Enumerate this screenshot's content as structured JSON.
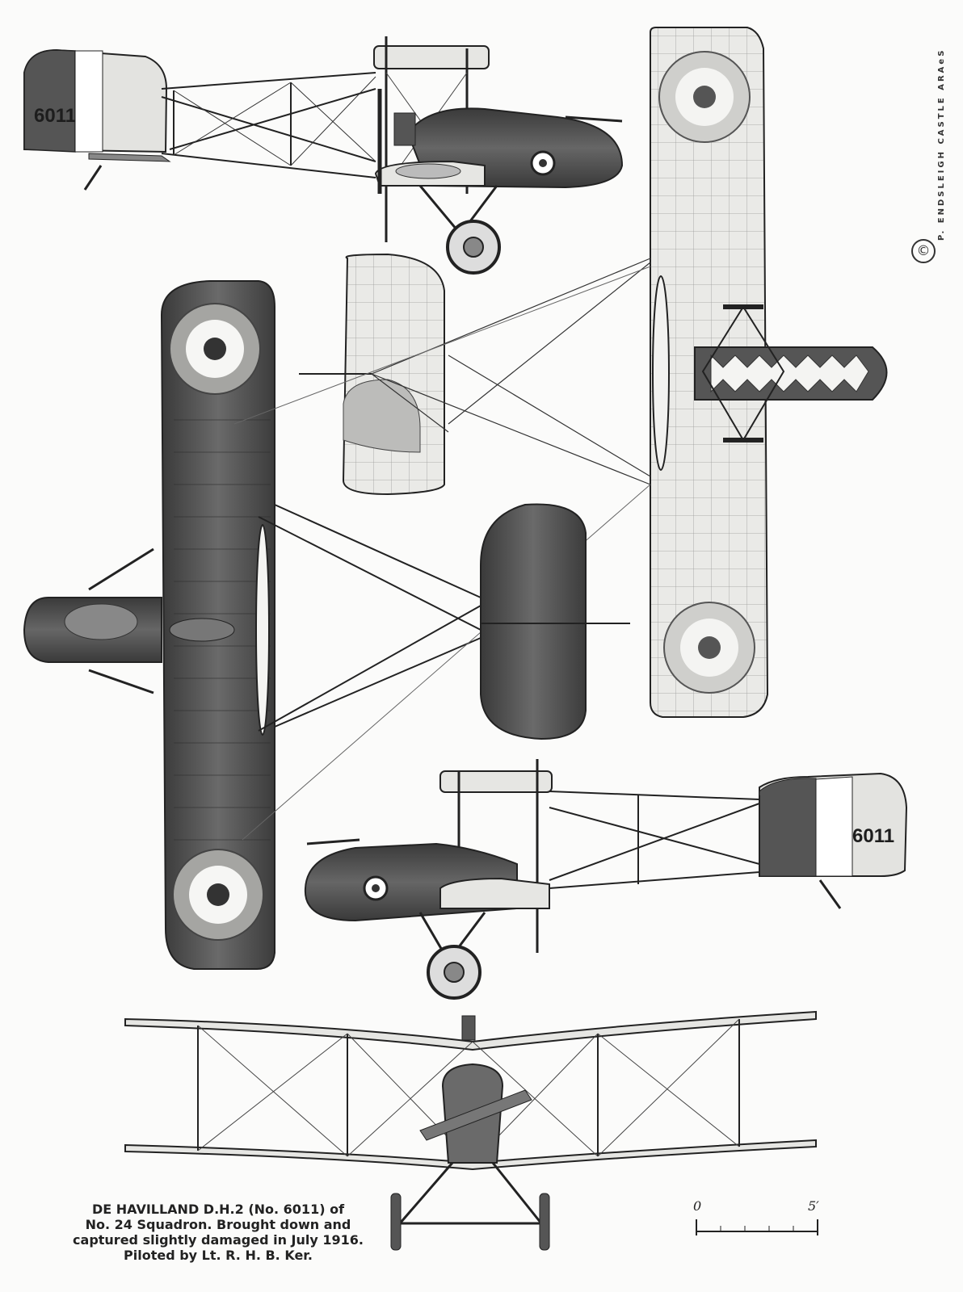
{
  "caption": {
    "line1": "DE HAVILLAND D.H.2 (No. 6011) of",
    "line2": "No. 24 Squadron. Brought down and",
    "line3": "captured slightly damaged in July 1916.",
    "line4": "Piloted by Lt. R. H. B. Ker."
  },
  "credit": {
    "copyright_symbol": "©",
    "artist": "P. ENDSLEIGH CASTLE ARAeS"
  },
  "markings": {
    "serial_side_top": "6011",
    "serial_side_bottom": "6011"
  },
  "scale": {
    "start_label": "0",
    "end_label": "5′"
  },
  "colors": {
    "dark_finish": "#4a4a4a",
    "light_finish": "#e6e6e3",
    "line": "#1f1f1f"
  }
}
